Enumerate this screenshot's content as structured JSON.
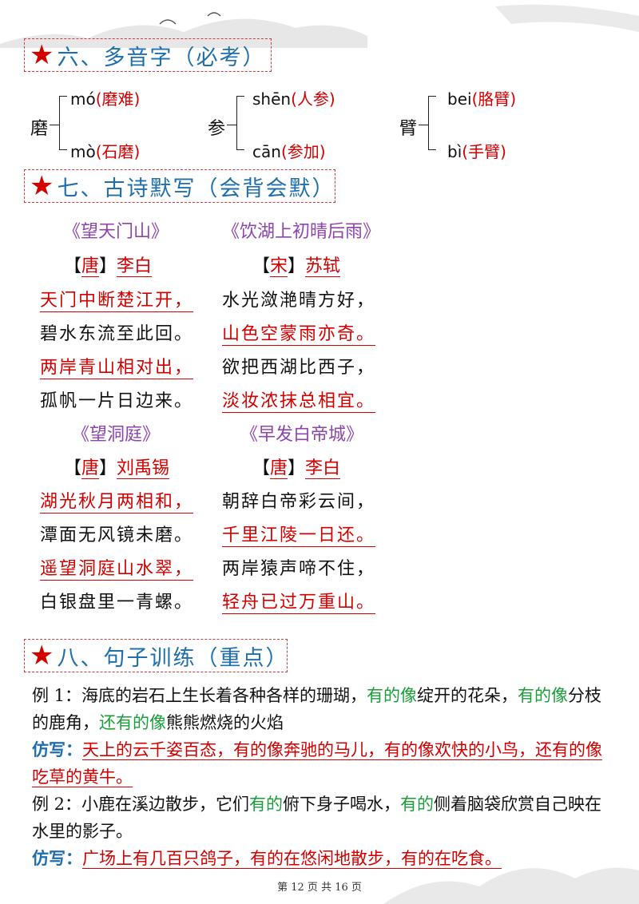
{
  "sections": {
    "s6": {
      "star": "★",
      "title": "六、多音字（必考）"
    },
    "s7": {
      "star": "★",
      "title": "七、古诗默写（会背会默）"
    },
    "s8": {
      "star": "★",
      "title": "八、句子训练（重点）"
    }
  },
  "polyphones": [
    {
      "char": "磨",
      "r1": {
        "py": "mó",
        "word": "(磨难)"
      },
      "r2": {
        "py": "mò",
        "word": "(石磨)"
      }
    },
    {
      "char": "参",
      "r1": {
        "py": "shēn",
        "word": "(人参)"
      },
      "r2": {
        "py": "cān",
        "word": "(参加)"
      }
    },
    {
      "char": "臂",
      "r1": {
        "py": "bei",
        "word": "(胳臂)"
      },
      "r2": {
        "py": "bì",
        "word": "(手臂)"
      }
    }
  ],
  "poems": [
    {
      "title": "《望天门山》",
      "lb": "【",
      "dyn": "唐",
      "rb": "】",
      "author": "李白",
      "lines": [
        "天门中断楚江开，",
        "碧水东流至此回。",
        "两岸青山相对出，",
        "孤帆一片日边来。"
      ]
    },
    {
      "title": "《饮湖上初晴后雨》",
      "lb": "【",
      "dyn": "宋",
      "rb": "】",
      "author": "苏轼",
      "lines": [
        "水光潋滟晴方好，",
        "山色空蒙雨亦奇。",
        "欲把西湖比西子，",
        "淡妆浓抹总相宜。"
      ]
    },
    {
      "title": "《望洞庭》",
      "lb": "【",
      "dyn": "唐",
      "rb": "】",
      "author": "刘禹锡",
      "lines": [
        "湖光秋月两相和，",
        "潭面无风镜未磨。",
        "遥望洞庭山水翠，",
        "白银盘里一青螺。"
      ]
    },
    {
      "title": "《早发白帝城》",
      "lb": "【",
      "dyn": "唐",
      "rb": "】",
      "author": "李白",
      "lines": [
        "朝辞白帝彩云间，",
        "千里江陵一日还。",
        "两岸猿声啼不住，",
        "轻舟已过万重山。"
      ]
    }
  ],
  "sentences": {
    "ex1": {
      "a": "例 1：海底的岩石上生长着各种各样的珊瑚，",
      "g1": "有的像",
      "b": "绽开的花朵，",
      "g2": "有的像",
      "c": "分枝的鹿角，",
      "g3": "还有的像",
      "d": "熊熊燃烧的火焰"
    },
    "copy1": {
      "label": "仿写：",
      "text": "天上的云千姿百态，有的像奔驰的马儿，有的像欢快的小鸟，还有的像吃草的黄牛。"
    },
    "ex2": {
      "a": "例 2：小鹿在溪边散步，它们",
      "g1": "有的",
      "b": "俯下身子喝水，",
      "g2": "有的",
      "c": "侧着脑袋欣赏自己映在水里的影子。"
    },
    "copy2": {
      "label": "仿写：",
      "text": "广场上有几百只鸽子，有的在悠闲地散步，有的在吃食。"
    }
  },
  "footer": "第 12 页 共 16 页",
  "colors": {
    "red": "#d40000",
    "blue": "#1f6fae",
    "purple": "#8e44ad",
    "green": "#1a9e3a"
  }
}
